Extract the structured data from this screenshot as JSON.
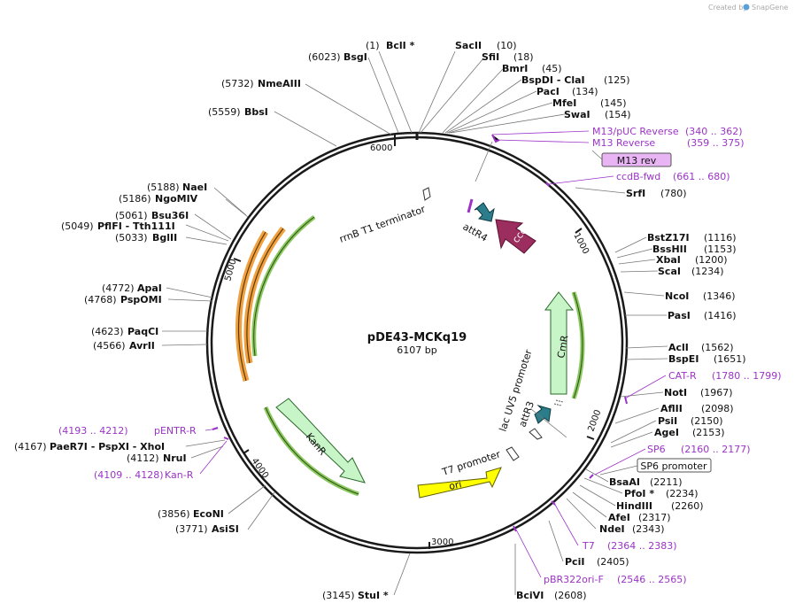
{
  "credit": {
    "text": "Created by",
    "brand": "SnapGene"
  },
  "plasmid": {
    "name": "pDE43-MCKq19",
    "length": "6107 bp"
  },
  "ticks": [
    "1000",
    "2000",
    "3000",
    "4000",
    "5000",
    "6000"
  ],
  "enzymes": [
    {
      "pos": "(1)",
      "name": "BclI *"
    },
    {
      "pos": "(6023)",
      "name": "BsgI"
    },
    {
      "pos": "(5732)",
      "name": "NmeAIII"
    },
    {
      "pos": "(5559)",
      "name": "BbsI"
    },
    {
      "pos": "(5188)",
      "name": "NaeI"
    },
    {
      "pos": "(5186)",
      "name": "NgoMIV"
    },
    {
      "pos": "(5061)",
      "name": "Bsu36I"
    },
    {
      "pos": "(5049)",
      "name": "PflFI - Tth111I"
    },
    {
      "pos": "(5033)",
      "name": "BglII"
    },
    {
      "pos": "(4772)",
      "name": "ApaI"
    },
    {
      "pos": "(4768)",
      "name": "PspOMI"
    },
    {
      "pos": "(4623)",
      "name": "PaqCI"
    },
    {
      "pos": "(4566)",
      "name": "AvrII"
    },
    {
      "pos": "(4167)",
      "name": "PaeR7I - PspXI - XhoI"
    },
    {
      "pos": "(4112)",
      "name": "NruI"
    },
    {
      "pos": "(3856)",
      "name": "EcoNI"
    },
    {
      "pos": "(3771)",
      "name": "AsiSI"
    },
    {
      "pos": "(3145)",
      "name": "StuI *"
    },
    {
      "name": "SacII",
      "pos": "(10)"
    },
    {
      "name": "SfiI",
      "pos": "(18)"
    },
    {
      "name": "BmrI",
      "pos": "(45)"
    },
    {
      "name": "BspDI - ClaI",
      "pos": "(125)"
    },
    {
      "name": "PacI",
      "pos": "(134)"
    },
    {
      "name": "MfeI",
      "pos": "(145)"
    },
    {
      "name": "SwaI",
      "pos": "(154)"
    },
    {
      "name": "SrfI",
      "pos": "(780)"
    },
    {
      "name": "BstZ17I",
      "pos": "(1116)"
    },
    {
      "name": "BssHII",
      "pos": "(1153)"
    },
    {
      "name": "XbaI",
      "pos": "(1200)"
    },
    {
      "name": "ScaI",
      "pos": "(1234)"
    },
    {
      "name": "NcoI",
      "pos": "(1346)"
    },
    {
      "name": "PasI",
      "pos": "(1416)"
    },
    {
      "name": "AclI",
      "pos": "(1562)"
    },
    {
      "name": "BspEI",
      "pos": "(1651)"
    },
    {
      "name": "NotI",
      "pos": "(1967)"
    },
    {
      "name": "AflII",
      "pos": "(2098)"
    },
    {
      "name": "PsiI",
      "pos": "(2150)"
    },
    {
      "name": "AgeI",
      "pos": "(2153)"
    },
    {
      "name": "BsaAI",
      "pos": "(2211)"
    },
    {
      "name": "PfoI *",
      "pos": "(2234)"
    },
    {
      "name": "HindIII",
      "pos": "(2260)"
    },
    {
      "name": "AfeI",
      "pos": "(2317)"
    },
    {
      "name": "NdeI",
      "pos": "(2343)"
    },
    {
      "name": "PciI",
      "pos": "(2405)"
    },
    {
      "name": "BciVI",
      "pos": "(2608)"
    }
  ],
  "primers": [
    {
      "name": "M13/pUC Reverse",
      "range": "(340 .. 362)"
    },
    {
      "name": "M13 Reverse",
      "range": "(359 .. 375)"
    },
    {
      "name": "ccdB-fwd",
      "range": "(661 .. 680)"
    },
    {
      "name": "CAT-R",
      "range": "(1780 .. 1799)"
    },
    {
      "name": "SP6",
      "range": "(2160 .. 2177)"
    },
    {
      "name": "T7",
      "range": "(2364 .. 2383)"
    },
    {
      "name": "pBR322ori-F",
      "range": "(2546 .. 2565)"
    },
    {
      "name": "pENTR-R",
      "range": "(4193 .. 4212)"
    },
    {
      "name": "Kan-R",
      "range": "(4109 .. 4128)"
    }
  ],
  "boxed_labels": [
    "M13 rev",
    "SP6 promoter"
  ],
  "features": [
    {
      "name": "ccdB",
      "color": "#9c2e5f"
    },
    {
      "name": "attR4",
      "color": "#2b7d8b"
    },
    {
      "name": "attR3",
      "color": "#2b7d8b"
    },
    {
      "name": "CmR",
      "color": "#c8f5c8"
    },
    {
      "name": "KanR",
      "color": "#c8f5c8"
    },
    {
      "name": "ori",
      "color": "#ffff00"
    },
    {
      "name": "rrnB T1 terminator",
      "color": "#ffffff"
    },
    {
      "name": "lac UV5 promoter",
      "color": "#ffffff"
    },
    {
      "name": "T7 promoter",
      "color": "#ffffff"
    }
  ],
  "colors": {
    "primer": "#9b33c7",
    "orange_arc": "#f0a040",
    "green_arc": "#70b030"
  }
}
